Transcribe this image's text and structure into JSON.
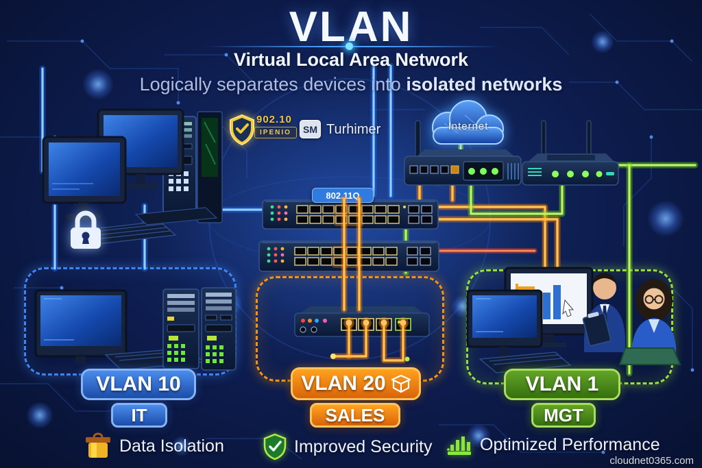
{
  "header": {
    "title": "VLAN",
    "subtitle": "Virtual Local Area Network",
    "tagline_prefix": "Logically separates devices into ",
    "tagline_bold": "isolated networks"
  },
  "badges": {
    "shield_icon": "gold-shield-check-icon",
    "standard_number": "902.10",
    "standard_caption": "IPENIO",
    "logo_text": "SM",
    "logo_caption": "Turhimer"
  },
  "cloud": {
    "icon": "cloud-icon",
    "label": "Internet"
  },
  "trunk_label": "802.11Q",
  "zones": [
    {
      "name": "VLAN 10",
      "dept": "IT",
      "color": "#3f85f0"
    },
    {
      "name": "VLAN 20",
      "dept": "SALES",
      "color": "#f5930f",
      "icon": "open-box-icon"
    },
    {
      "name": "VLAN 1",
      "dept": "MGT",
      "color": "#9ade3b"
    }
  ],
  "benefits": [
    {
      "icon": "box-icon",
      "label": "Data Isolation"
    },
    {
      "icon": "shield-check-icon",
      "label": "Improved Security"
    },
    {
      "icon": "bar-chart-icon",
      "label": "Optimized Performance"
    }
  ],
  "watermark": "cloudnet0365.com",
  "colors": {
    "background": "#0d1c4d",
    "cable_blue": "#8fd0ff",
    "cable_orange": "#ffc34d",
    "cable_green": "#c4f06a",
    "pill_blue": "#1c4da9",
    "pill_orange": "#d9640a",
    "pill_green": "#35700f"
  }
}
